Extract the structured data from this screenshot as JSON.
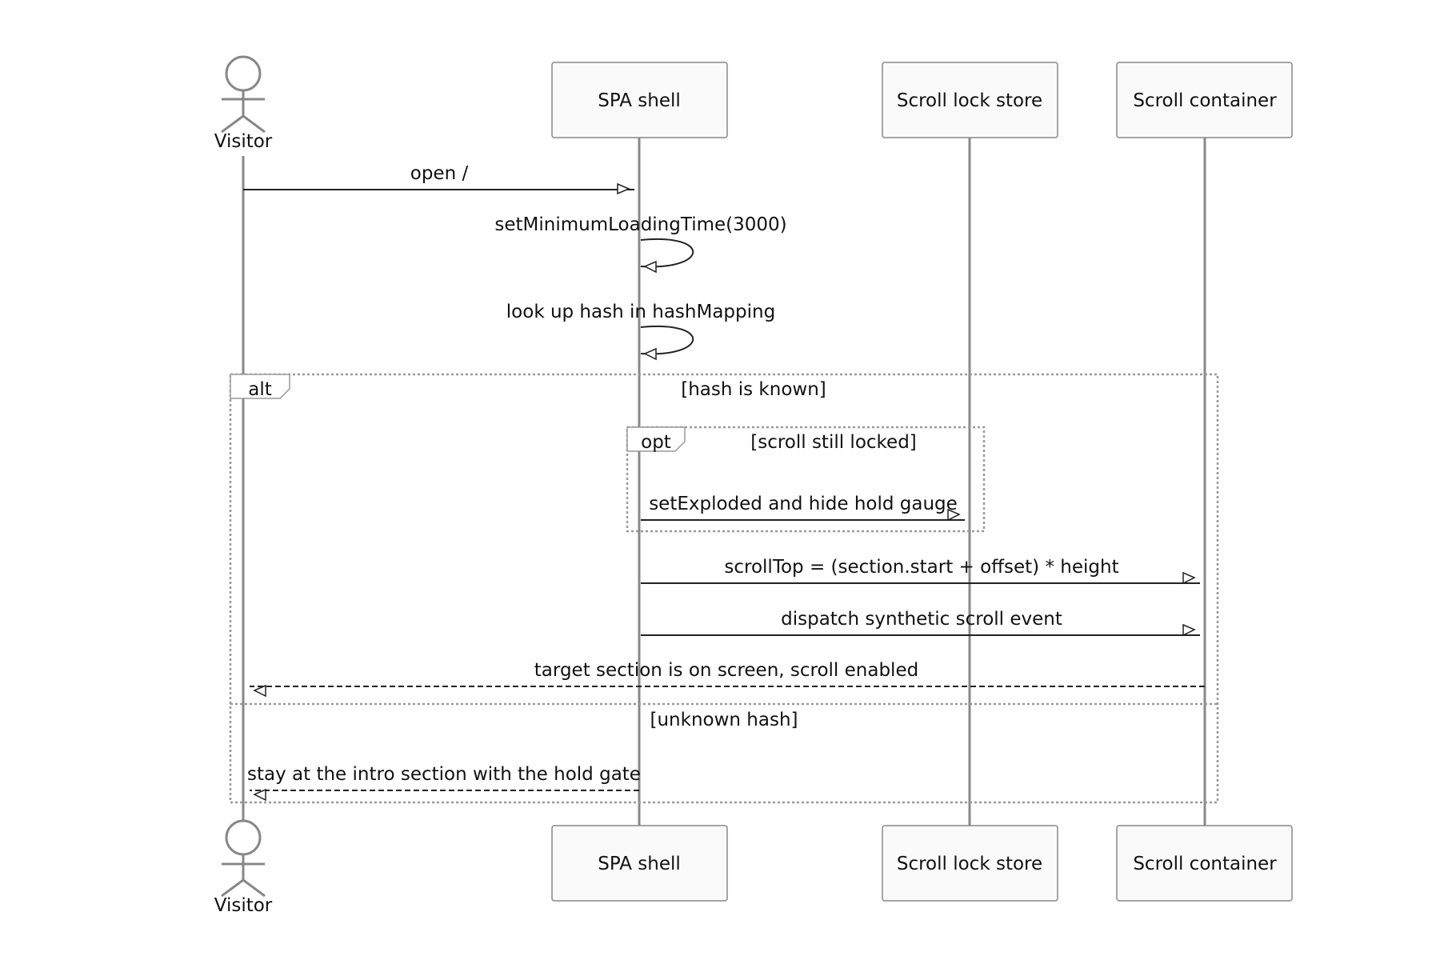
{
  "diagram": {
    "participants": [
      {
        "id": "visitor",
        "label": "Visitor",
        "kind": "actor"
      },
      {
        "id": "shell",
        "label": "SPA shell",
        "kind": "box"
      },
      {
        "id": "lock",
        "label": "Scroll lock store",
        "kind": "box"
      },
      {
        "id": "container",
        "label": "Scroll container",
        "kind": "box"
      }
    ],
    "messages": [
      {
        "id": "m1",
        "from": "visitor",
        "to": "shell",
        "label": "open /",
        "style": "solid"
      },
      {
        "id": "m2",
        "from": "shell",
        "to": "shell",
        "label": "setMinimumLoadingTime(3000)",
        "style": "solid"
      },
      {
        "id": "m3",
        "from": "shell",
        "to": "shell",
        "label": "look up hash in hashMapping",
        "style": "solid"
      },
      {
        "id": "m4",
        "from": "shell",
        "to": "lock",
        "label": "setExploded and hide hold gauge",
        "style": "solid"
      },
      {
        "id": "m5",
        "from": "shell",
        "to": "container",
        "label": "scrollTop = (section.start + offset) * height",
        "style": "solid"
      },
      {
        "id": "m6",
        "from": "shell",
        "to": "container",
        "label": "dispatch synthetic scroll event",
        "style": "solid"
      },
      {
        "id": "m7",
        "from": "container",
        "to": "visitor",
        "label": "target section is on screen, scroll enabled",
        "style": "dashed"
      },
      {
        "id": "m8",
        "from": "shell",
        "to": "visitor",
        "label": "stay at the intro section with the hold gate",
        "style": "dashed"
      }
    ],
    "fragments": {
      "alt": {
        "keyword": "alt",
        "condition": "[hash is known]",
        "else_condition": "[unknown hash]"
      },
      "opt": {
        "keyword": "opt",
        "condition": "[scroll still locked]"
      }
    }
  }
}
